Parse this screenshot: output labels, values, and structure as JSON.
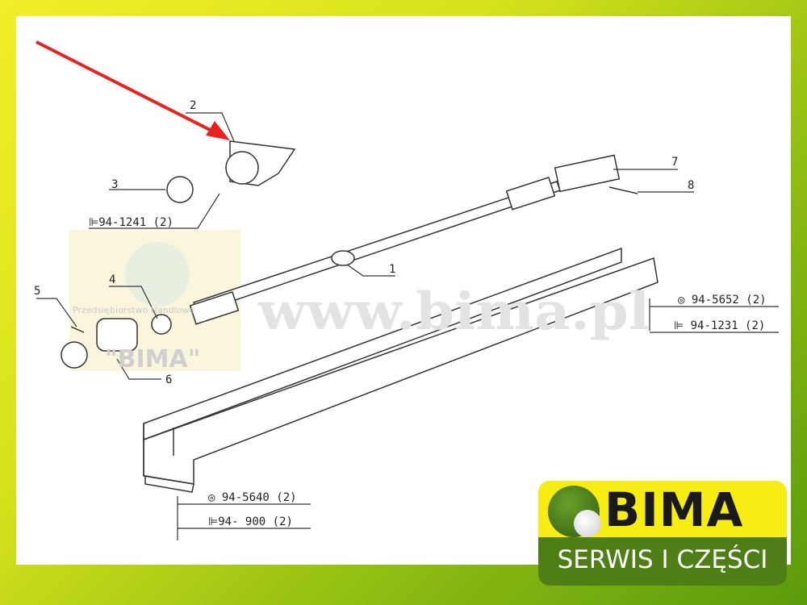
{
  "watermark": {
    "url": "www.bima.pl",
    "company_line": "Przedsiębiorstwo Handlowe",
    "company_name": "\"BIMA\""
  },
  "parts": {
    "p1": "1",
    "p2": "2",
    "p3": "3",
    "p4": "4",
    "p5": "5",
    "p6": "6",
    "p7": "7",
    "p8": "8"
  },
  "refs": {
    "r1": "⊫94-1241 (2)",
    "r2": "◎ 94-5652 (2)",
    "r3": "⊫ 94-1231 (2)",
    "r4": "◎ 94-5640 (2)",
    "r5": "⊫94- 900 (2)"
  },
  "logo": {
    "brand": "BIMA",
    "tagline": "SERWIS I CZĘŚCI"
  },
  "colors": {
    "arrow": "#e8231f",
    "logo_yellow": "#f7ec13",
    "logo_green": "#4f7d16"
  }
}
